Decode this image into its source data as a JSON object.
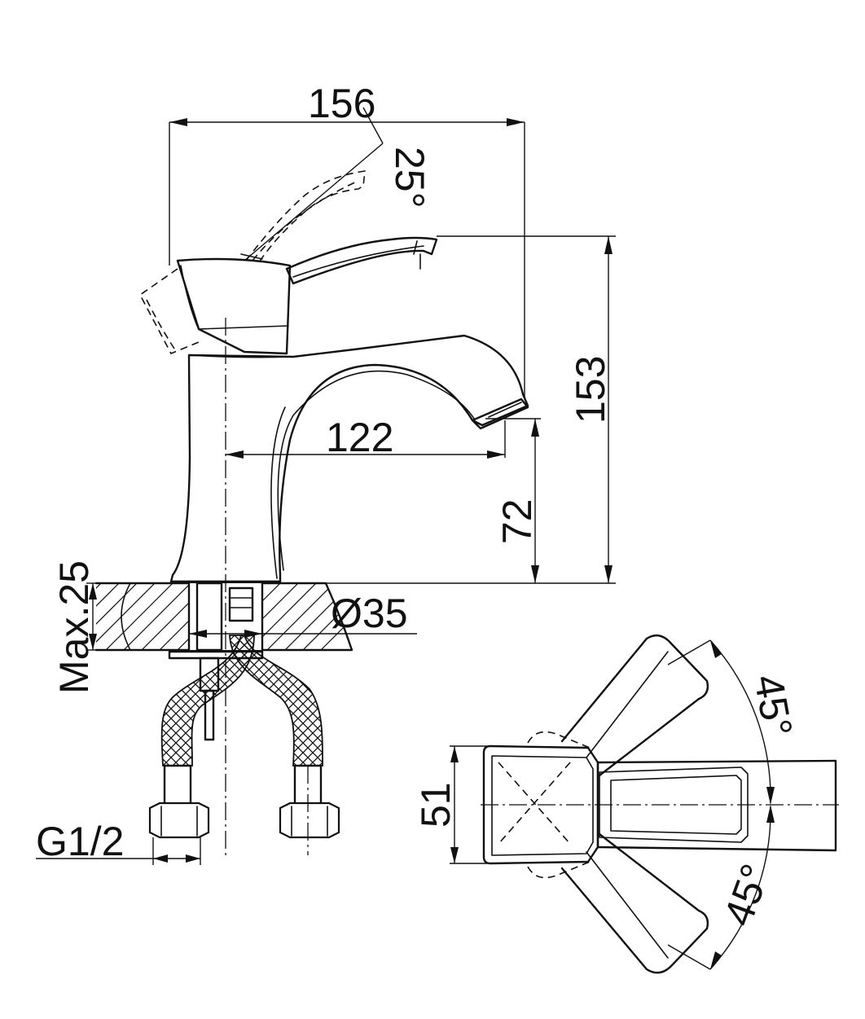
{
  "dimensions": {
    "overall_length": "156",
    "lever_tilt_angle": "25°",
    "overall_height": "153",
    "spout_reach": "122",
    "spout_height": "72",
    "max_counter_thickness": "Max.25",
    "mounting_hole": "Ø35",
    "connection_thread": "G1/2",
    "handle_width": "51",
    "rotation_angle_top": "45°",
    "rotation_angle_bottom": "45°"
  }
}
